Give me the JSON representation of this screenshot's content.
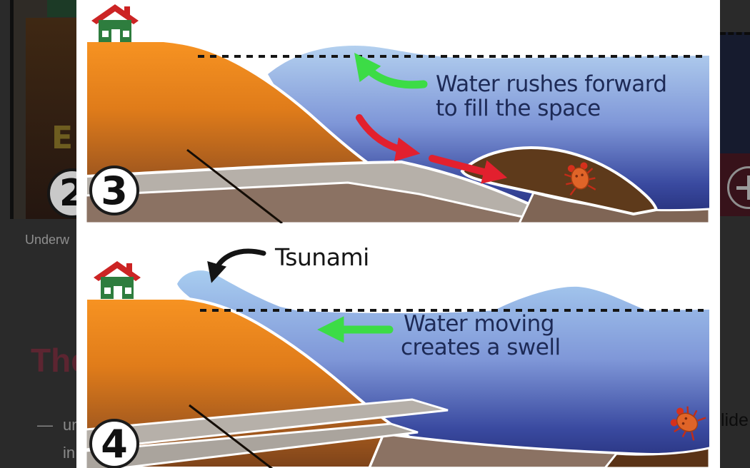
{
  "lightbox": {
    "type": "tsunami-formation-diagram",
    "panels": [
      {
        "number": "3",
        "caption_line1": "Water rushes forward",
        "caption_line2": "to fill the space",
        "icons": [
          "house-icon",
          "crab-icon",
          "green-arrow-icon",
          "red-arrow-icon"
        ]
      },
      {
        "number": "4",
        "pointer_label": "Tsunami",
        "caption_line1": "Water moving",
        "caption_line2": "creates a swell",
        "icons": [
          "house-icon",
          "crab-icon",
          "green-arrow-icon",
          "black-arrow-icon"
        ]
      }
    ]
  },
  "background_page": {
    "step_number": "2",
    "caption_fragment": "Underw",
    "image_text_fragment": "E",
    "heading_fragment": "The",
    "list_dash": "—",
    "list_fragment_line1": "un",
    "list_fragment_line2": "in",
    "right_text_fragment": "lide",
    "zoom_button_icon": "plus-icon"
  },
  "colors": {
    "water_surface": "#b3d0ef",
    "water_deep": "#252f79",
    "land_top": "#f79322",
    "land_bottom": "#7d431a",
    "slide_debris": "#5e3a1b",
    "strata_gray": "#b6b0a9",
    "seabed_brown": "#8b7263",
    "green_arrow": "#3cdc46",
    "red_arrow": "#e2202e",
    "label_text": "#1d2a56",
    "heading_fragment_color": "#5c2531",
    "overlay_background": "#2a2a2a"
  }
}
